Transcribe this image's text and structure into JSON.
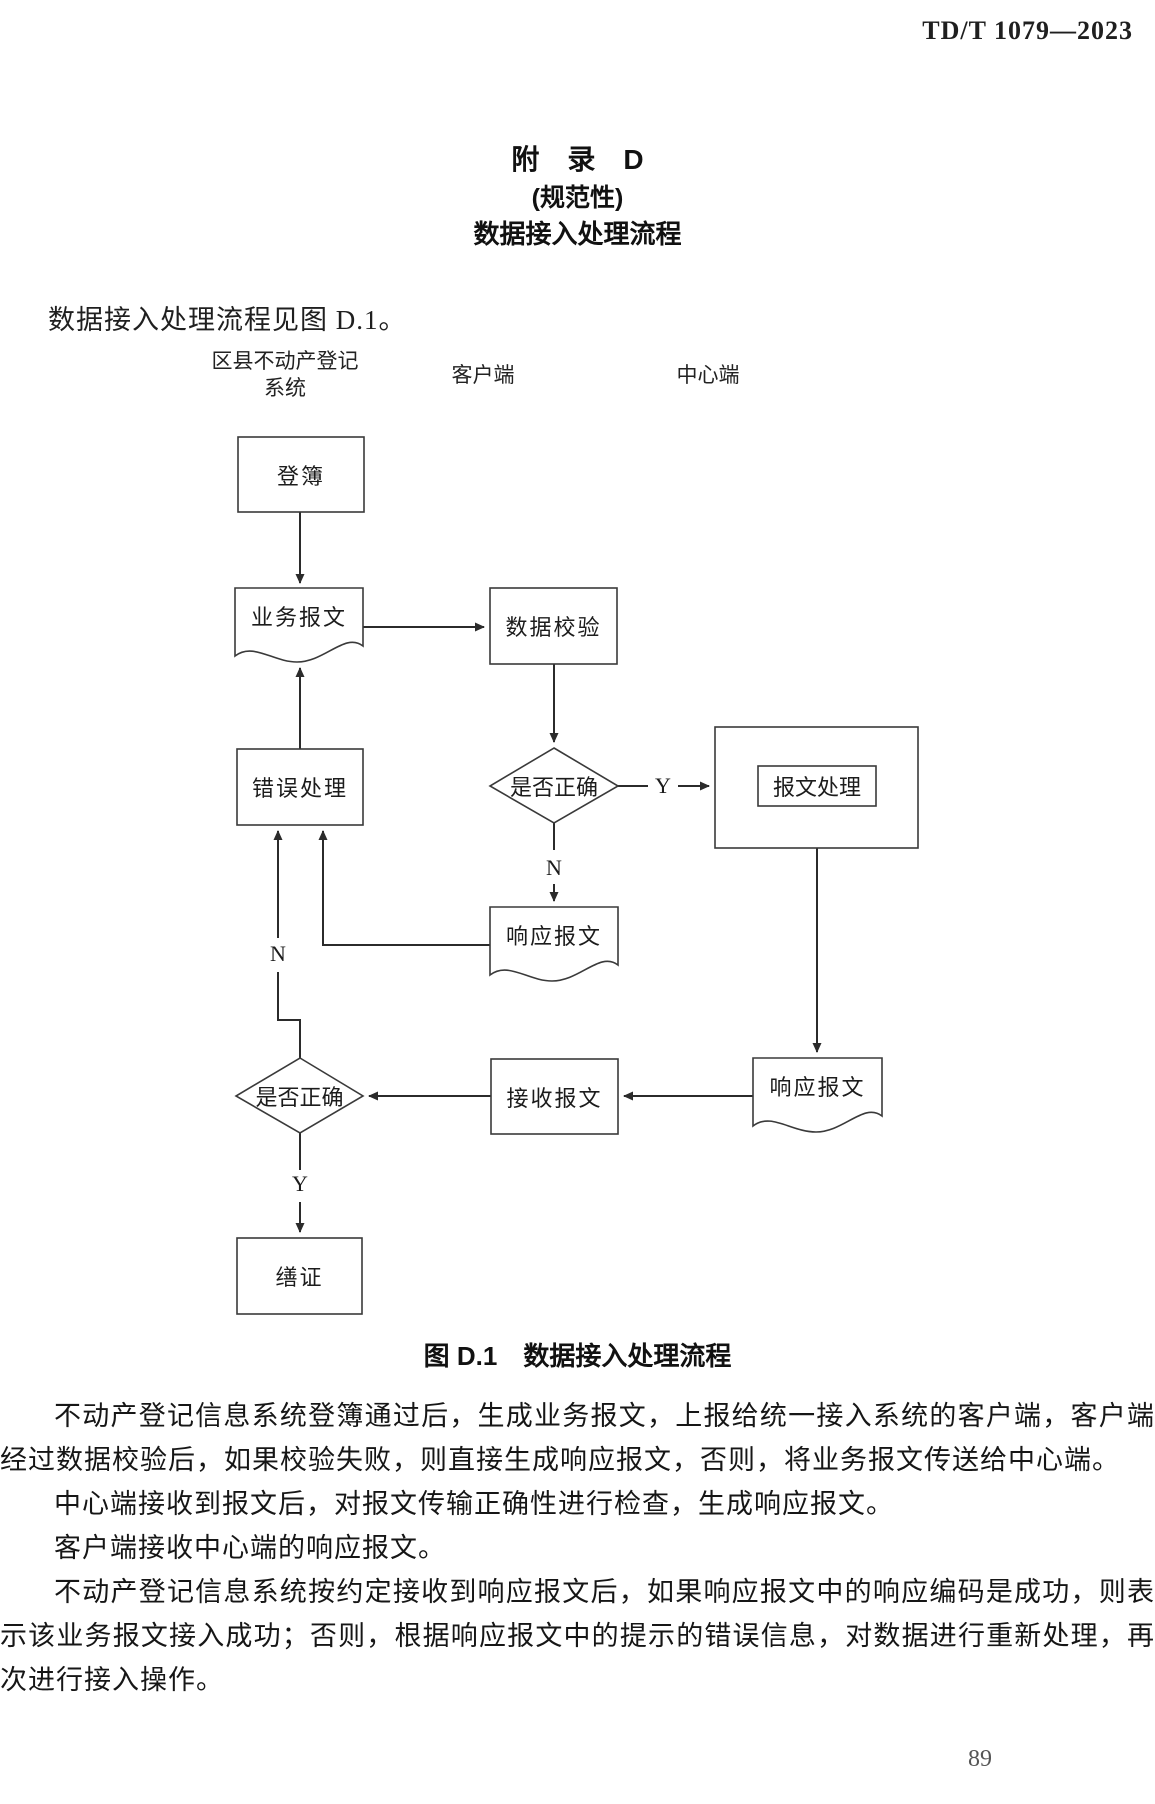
{
  "page": {
    "header_code": "TD/T 1079—2023",
    "page_number": "89"
  },
  "appendix": {
    "title": "附　录　D",
    "subtitle": "(规范性)",
    "heading": "数据接入处理流程",
    "intro": "数据接入处理流程见图 D.1。"
  },
  "flowchart": {
    "lanes": [
      {
        "label": "区县不动产登记\n系统"
      },
      {
        "label": "客户端"
      },
      {
        "label": "中心端"
      }
    ],
    "nodes": {
      "register_book": "登簿",
      "business_message": "业务报文",
      "data_validation": "数据校验",
      "error_handling": "错误处理",
      "decision_correct_1": "是否正确",
      "message_processing": "报文处理",
      "response_message_client": "响应报文",
      "response_message_center": "响应报文",
      "receive_message": "接收报文",
      "decision_correct_2": "是否正确",
      "issue_certificate": "缮证"
    },
    "edge_labels": {
      "yes1": "Y",
      "no1": "N",
      "no2": "N",
      "yes2": "Y"
    },
    "colors": {
      "line": "#2b2b2b",
      "shape_stroke": "#3a3a3a",
      "page_bg": "#ffffff"
    }
  },
  "caption": {
    "label": "图 D.1",
    "text": "数据接入处理流程"
  },
  "paragraphs": [
    "不动产登记信息系统登簿通过后，生成业务报文，上报给统一接入系统的客户端，客户端经过数据校验后，如果校验失败，则直接生成响应报文，否则，将业务报文传送给中心端。",
    "中心端接收到报文后，对报文传输正确性进行检查，生成响应报文。",
    "客户端接收中心端的响应报文。",
    "不动产登记信息系统按约定接收到响应报文后，如果响应报文中的响应编码是成功，则表示该业务报文接入成功；否则，根据响应报文中的提示的错误信息，对数据进行重新处理，再次进行接入操作。"
  ]
}
